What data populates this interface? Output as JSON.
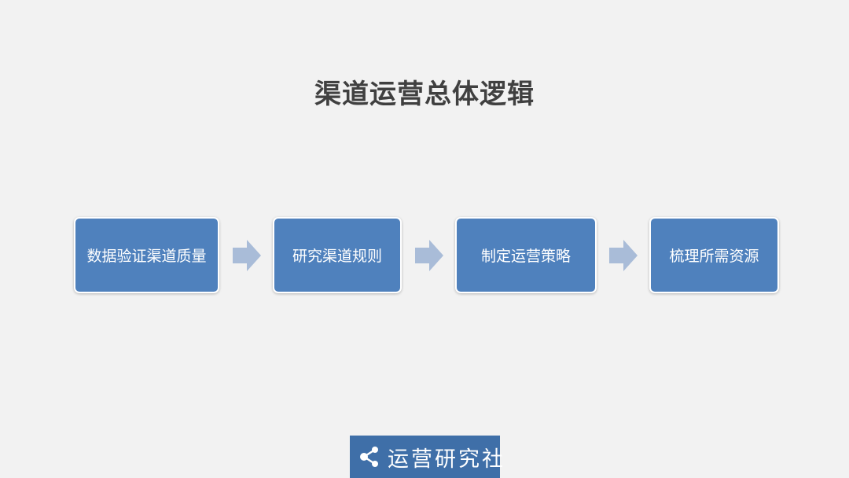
{
  "title": "渠道运营总体逻辑",
  "steps": [
    {
      "label": "数据验证渠道质量"
    },
    {
      "label": "研究渠道规则"
    },
    {
      "label": "制定运营策略"
    },
    {
      "label": "梳理所需资源"
    }
  ],
  "arrows": [
    {
      "icon": "right-arrow-icon"
    },
    {
      "icon": "right-arrow-icon"
    },
    {
      "icon": "right-arrow-icon"
    }
  ],
  "brand": {
    "icon": "share-icon",
    "label": "运营研究社"
  },
  "colors": {
    "background": "#f2f2f2",
    "step_fill": "#4f81bd",
    "step_border": "#ffffff",
    "arrow": "#a9bcd8",
    "title": "#404040",
    "brand_bg": "#3f6fa8"
  }
}
